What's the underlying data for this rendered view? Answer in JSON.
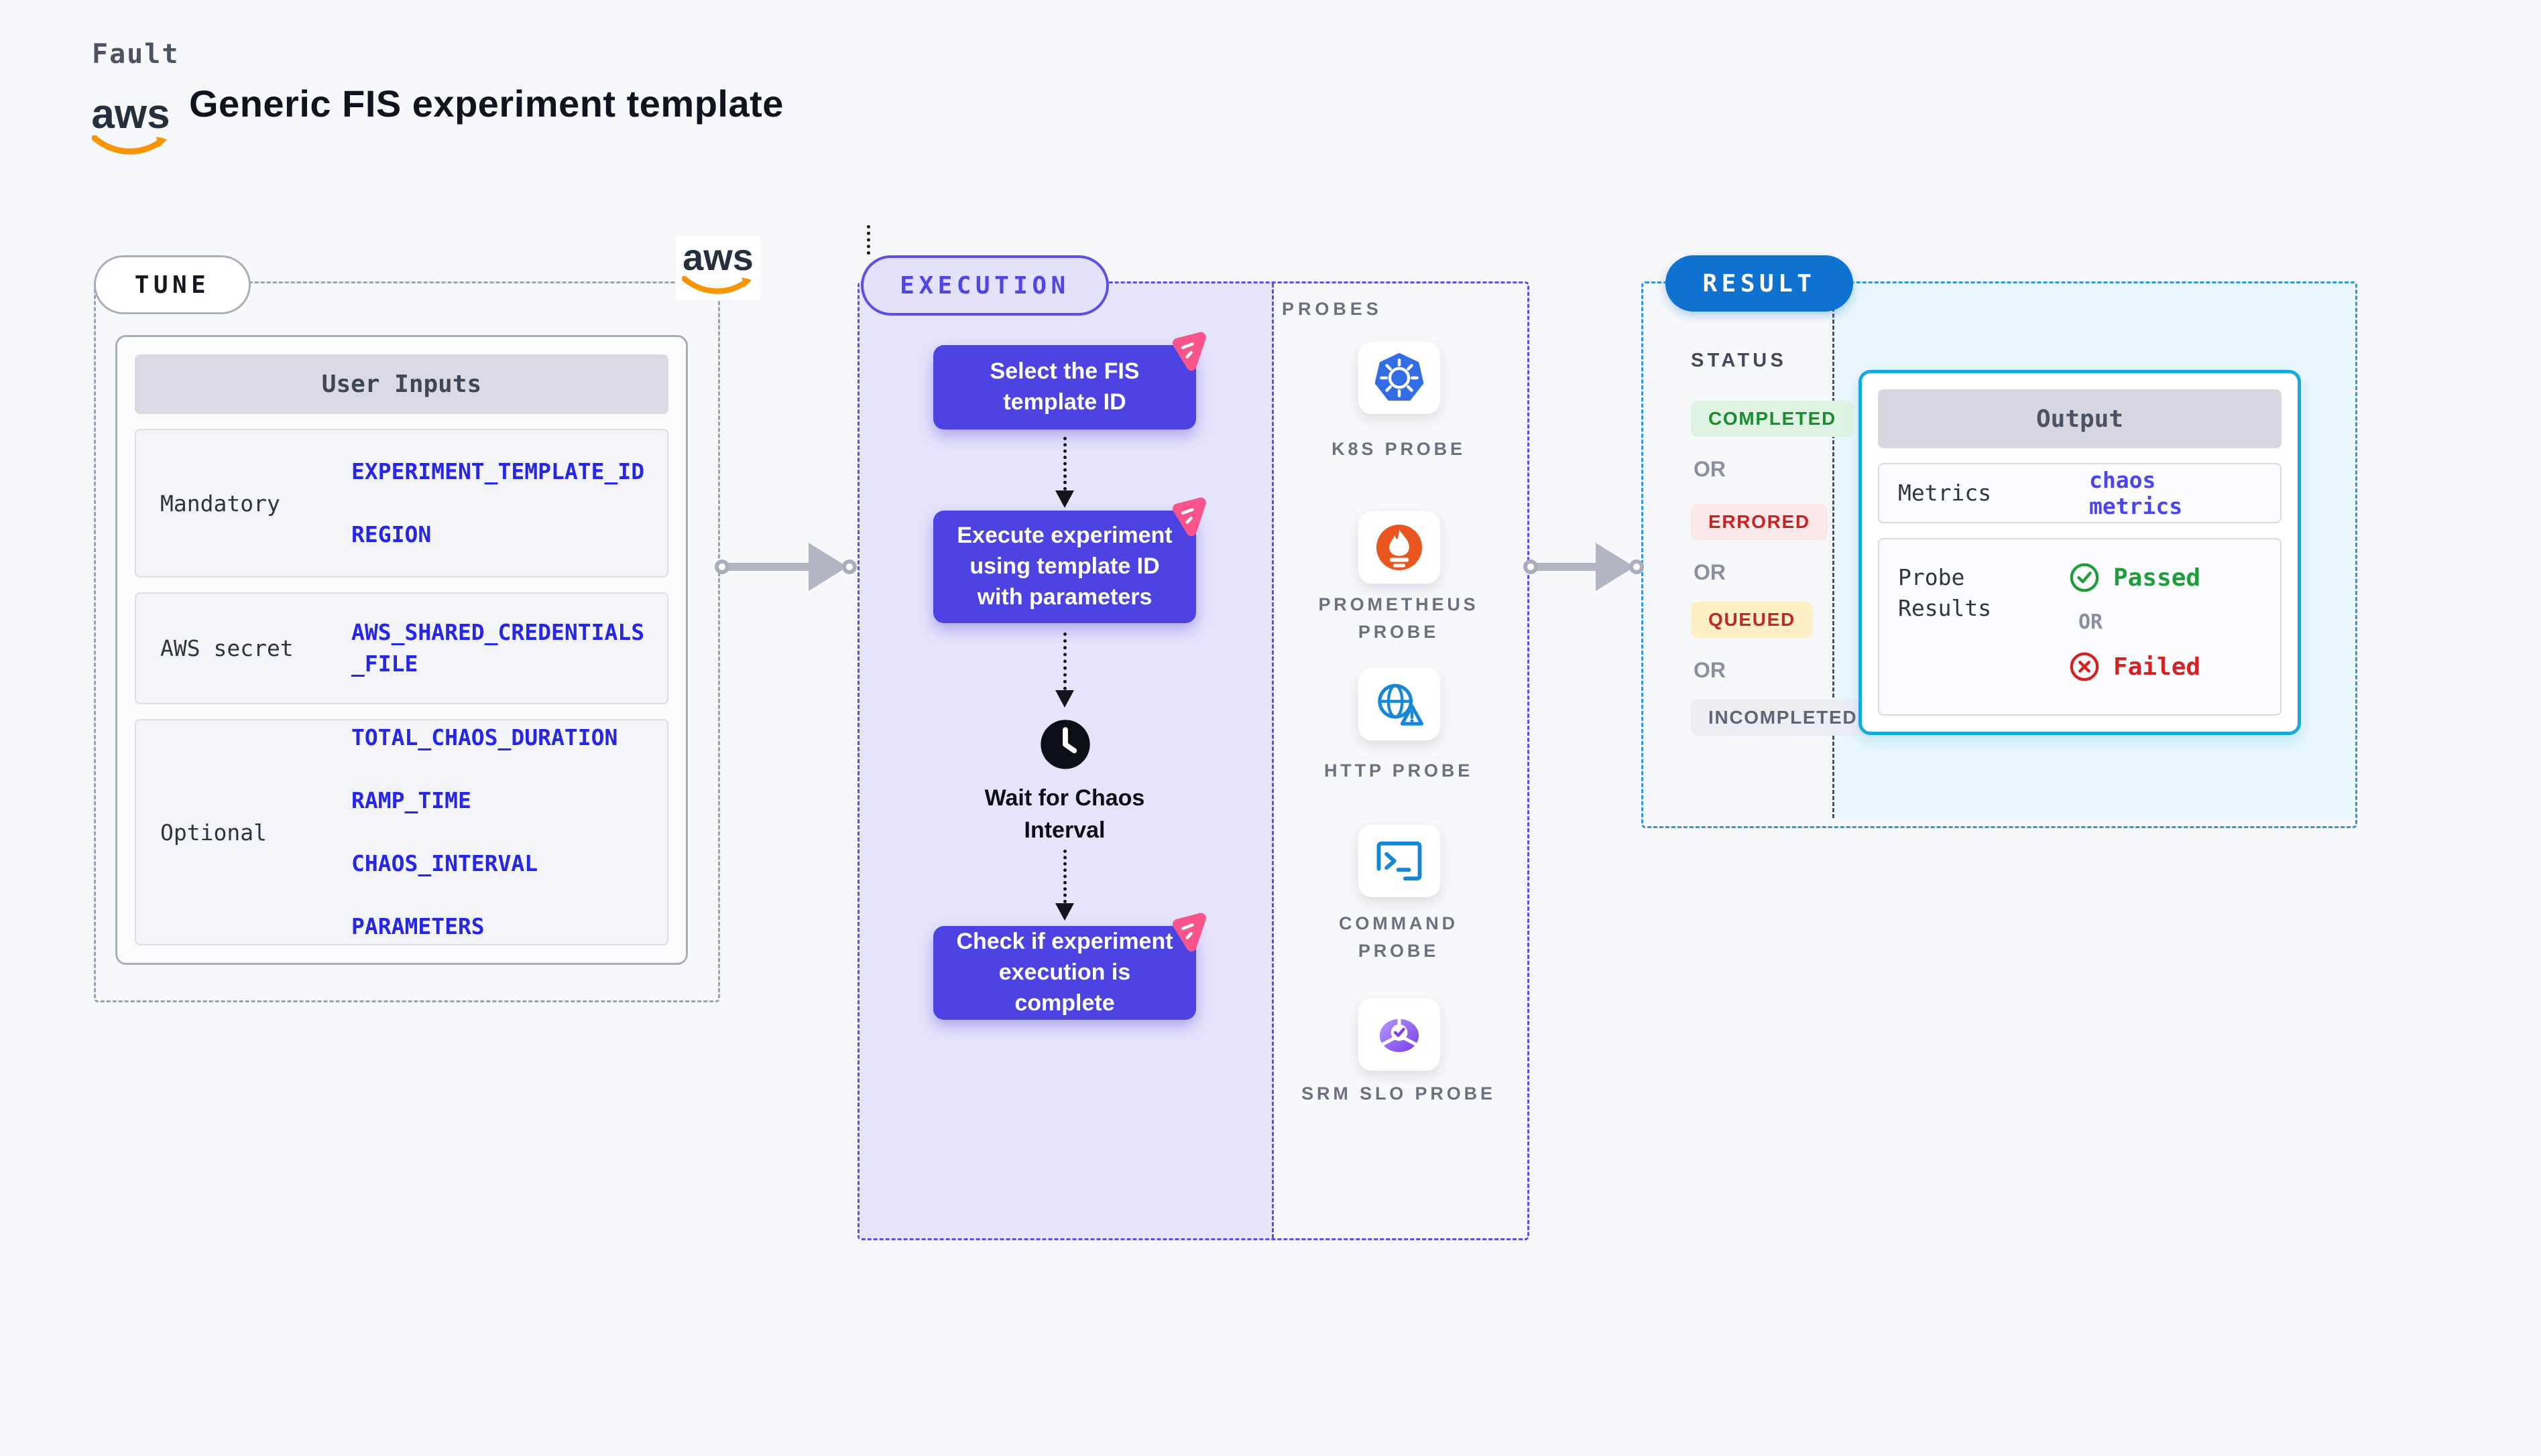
{
  "header": {
    "brand": "Fault",
    "title": "Generic FIS experiment template",
    "aws_logo_text": "aws"
  },
  "tune": {
    "pill": "TUNE",
    "aws_logo_text": "aws",
    "table": {
      "header": "User Inputs",
      "rows": [
        {
          "label": "Mandatory",
          "values": [
            "EXPERIMENT_TEMPLATE_ID",
            "REGION"
          ]
        },
        {
          "label": "AWS secret",
          "values": [
            "AWS_SHARED_CREDENTIALS_FILE"
          ]
        },
        {
          "label": "Optional",
          "values": [
            "TOTAL_CHAOS_DURATION",
            "RAMP_TIME",
            "CHAOS_INTERVAL",
            "PARAMETERS"
          ]
        }
      ]
    }
  },
  "execution": {
    "pill": "EXECUTION",
    "steps": [
      "Select the FIS template ID",
      "Execute experiment using template ID with parameters"
    ],
    "wait_step": "Wait for Chaos Interval",
    "final_step": "Check if experiment execution is complete"
  },
  "probes": {
    "label": "PROBES",
    "items": [
      {
        "name": "K8S PROBE",
        "icon": "kubernetes-icon"
      },
      {
        "name": "PROMETHEUS PROBE",
        "icon": "prometheus-icon"
      },
      {
        "name": "HTTP PROBE",
        "icon": "http-globe-icon"
      },
      {
        "name": "COMMAND PROBE",
        "icon": "terminal-icon"
      },
      {
        "name": "SRM SLO PROBE",
        "icon": "slo-donut-icon"
      }
    ]
  },
  "result": {
    "pill": "RESULT",
    "status_label": "STATUS",
    "or": "OR",
    "statuses": [
      {
        "label": "COMPLETED",
        "type": "completed"
      },
      {
        "label": "ERRORED",
        "type": "errored"
      },
      {
        "label": "QUEUED",
        "type": "queued"
      },
      {
        "label": "INCOMPLETED",
        "type": "incompleted"
      }
    ],
    "output": {
      "header": "Output",
      "metrics_label": "Metrics",
      "metrics_value": "chaos metrics",
      "probe_results_label": "Probe Results",
      "passed": "Passed",
      "or": "OR",
      "failed": "Failed"
    }
  },
  "colors": {
    "indigo": "#4c43e2",
    "lavender": "#e6e4fc",
    "pink_badge": "#f9558b",
    "result_blue": "#0f72d0",
    "cyan_border": "#16a9de",
    "green": "#1d9e38",
    "red": "#d42222",
    "aws_orange": "#f79400"
  }
}
